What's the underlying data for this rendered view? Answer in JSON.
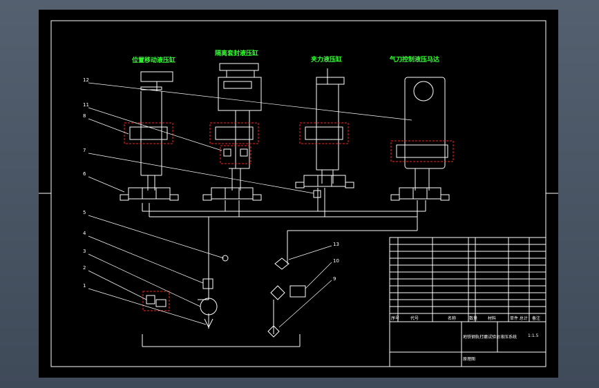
{
  "titles": {
    "cyl1": "位置移动液压缸",
    "cyl2": "隔离套封液压缸",
    "cyl3": "夹力液压缸",
    "motor": "气刀控制液压马达"
  },
  "callouts": [
    "1",
    "2",
    "3",
    "4",
    "5",
    "6",
    "7",
    "8",
    "9",
    "10",
    "11",
    "12",
    "13"
  ],
  "title_block": {
    "drawing_title": "地铁钢轨打磨试验台液压系统",
    "drawing_name": "原理图",
    "headers": {
      "seq": "序号",
      "code": "代号",
      "name": "名称",
      "qty": "数量",
      "material": "材料",
      "weight": "单件 总计",
      "note": "备注"
    },
    "scale": "1:1.5"
  },
  "colors": {
    "lines": "#ffffff",
    "titles": "#33ff33",
    "highlight": "#ff2222",
    "background": "#000000"
  }
}
